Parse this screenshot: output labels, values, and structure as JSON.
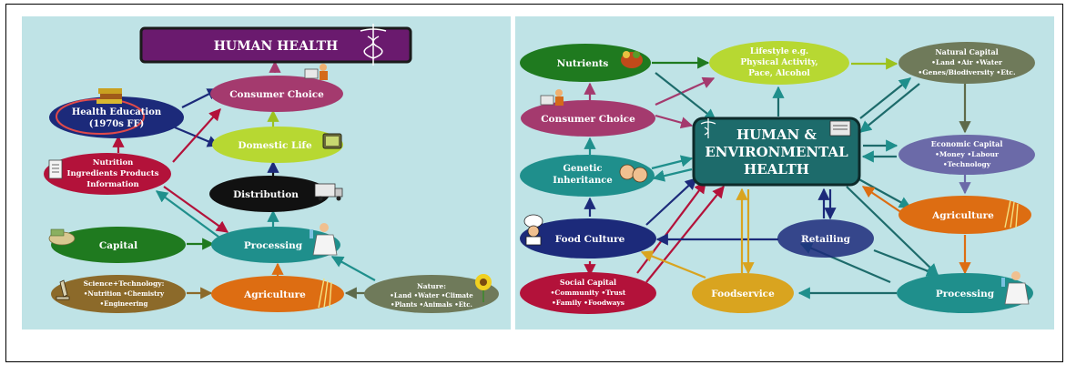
{
  "left_diagram": {
    "title": "HUMAN HEALTH",
    "nodes": {
      "health_education": [
        "Health Education",
        "(1970s FF)"
      ],
      "consumer_choice": [
        "Consumer Choice"
      ],
      "domestic_life": [
        "Domestic Life"
      ],
      "nutrition": [
        "Nutrition",
        "Ingredients Products",
        "Information"
      ],
      "distribution": [
        "Distribution"
      ],
      "capital": [
        "Capital"
      ],
      "processing": [
        "Processing"
      ],
      "science": [
        "Science+Technology:",
        "•Nutrition •Chemistry",
        "•Engineering"
      ],
      "agriculture": [
        "Agriculture"
      ],
      "nature": [
        "Nature:",
        "•Land •Water •Climate",
        "•Plants •Animals •Etc."
      ]
    }
  },
  "right_diagram": {
    "center": [
      "HUMAN &",
      "ENVIRONMENTAL",
      "HEALTH"
    ],
    "nodes": {
      "nutrients": [
        "Nutrients"
      ],
      "lifestyle": [
        "Lifestyle e.g.",
        "Physical Activity,",
        "Pace, Alcohol"
      ],
      "natural_capital": [
        "Natural Capital",
        "•Land •Air •Water",
        "•Genes/Biodiversity •Etc."
      ],
      "consumer_choice": [
        "Consumer Choice"
      ],
      "economic_capital": [
        "Economic Capital",
        "•Money •Labour",
        "•Technology"
      ],
      "genetic": [
        "Genetic",
        "Inheritance"
      ],
      "agriculture": [
        "Agriculture"
      ],
      "food_culture": [
        "Food Culture"
      ],
      "retailing": [
        "Retailing"
      ],
      "social_capital": [
        "Social Capital",
        "•Community •Trust",
        "•Family •Foodways"
      ],
      "foodservice": [
        "Foodservice"
      ],
      "processing": [
        "Processing"
      ]
    }
  },
  "colors": {
    "panel_bg": "#bfe3e6",
    "purple": "#6a1a6e",
    "navy": "#1c2a7a",
    "magenta": "#a43a6e",
    "lime": "#b7d832",
    "red": "#b3123a",
    "black": "#111111",
    "green": "#1f7a1f",
    "teal": "#1f8f8c",
    "brown": "#8c6a2a",
    "orange": "#dd6d12",
    "olive": "#6f7a5a",
    "gold": "#d9a41f",
    "slate": "#6b6aa8",
    "center": "#1d6b6b"
  }
}
